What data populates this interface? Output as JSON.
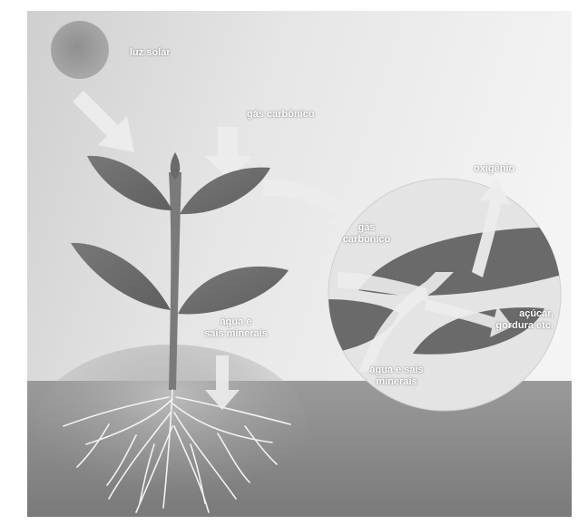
{
  "labels": {
    "sunlight": "luz solar",
    "co2_plant": "gás carbônico",
    "oxygen": "oxigênio",
    "co2_leaf_line1": "gás",
    "co2_leaf_line2": "carbônico",
    "products_line1": "açúcar,",
    "products_line2": "gordura etc.",
    "water_plant_line1": "água e",
    "water_plant_line2": "sais minerais",
    "water_leaf_line1": "água e sais",
    "water_leaf_line2": "minerais"
  },
  "colors": {
    "background": "#ffffff",
    "panel": "#d9d9d9",
    "leaf": "#6e6e6e",
    "soil": "#8a8a8a",
    "arrow": "#ececec",
    "text": "#ffffff"
  }
}
